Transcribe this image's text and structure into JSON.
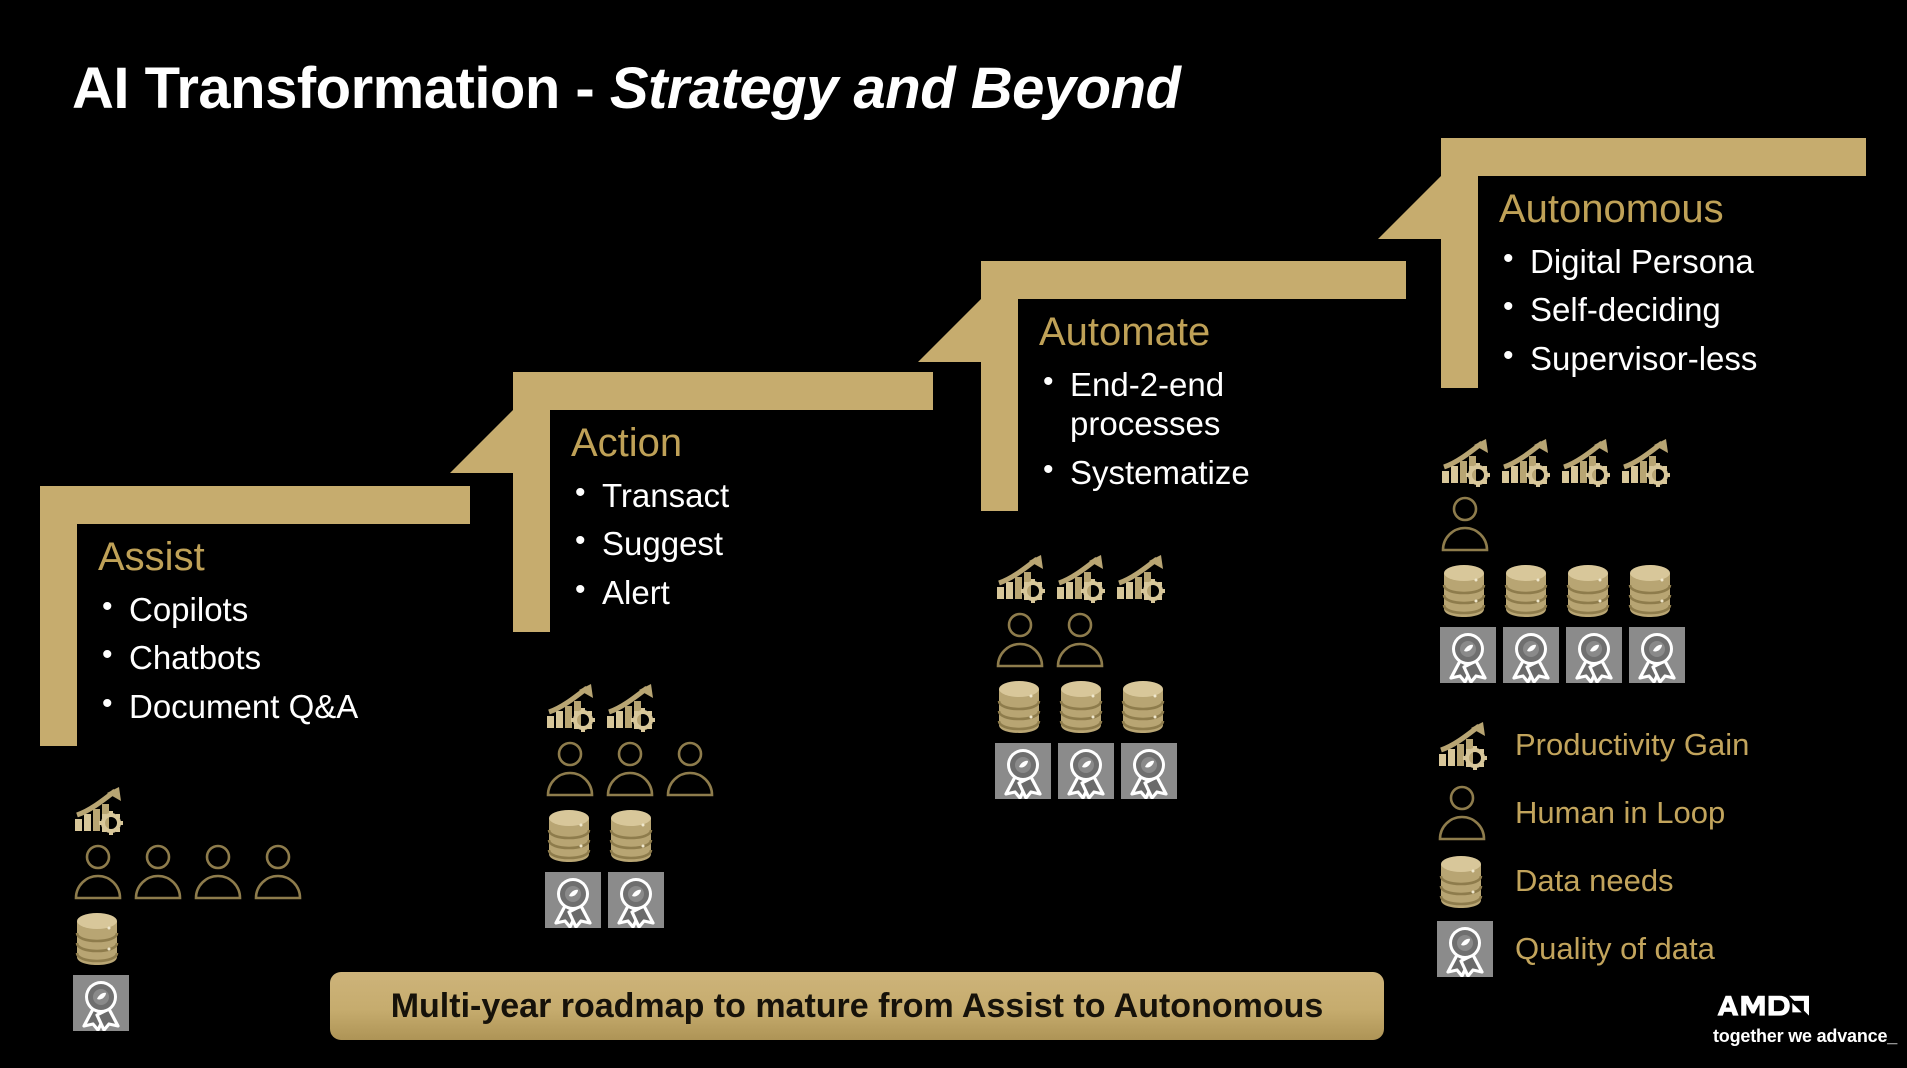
{
  "slide": {
    "title_main": "AI Transformation - ",
    "title_italic": "Strategy and Beyond",
    "background_color": "#000000",
    "accent_color": "#C6AC6E",
    "heading_color": "#BFA157",
    "body_text_color": "#FFFFFF"
  },
  "steps": [
    {
      "name": "Assist",
      "bullets": [
        "Copilots",
        "Chatbots",
        "Document Q&A"
      ],
      "counts": {
        "productivity_gain": 1,
        "human_in_loop": 4,
        "data_needs": 1,
        "quality_of_data": 1
      }
    },
    {
      "name": "Action",
      "bullets": [
        "Transact",
        "Suggest",
        "Alert"
      ],
      "counts": {
        "productivity_gain": 2,
        "human_in_loop": 3,
        "data_needs": 2,
        "quality_of_data": 2
      }
    },
    {
      "name": "Automate",
      "bullets": [
        "End-2-end processes",
        "Systematize"
      ],
      "counts": {
        "productivity_gain": 3,
        "human_in_loop": 2,
        "data_needs": 3,
        "quality_of_data": 3
      }
    },
    {
      "name": "Autonomous",
      "bullets": [
        "Digital Persona",
        "Self-deciding",
        "Supervisor-less"
      ],
      "counts": {
        "productivity_gain": 4,
        "human_in_loop": 1,
        "data_needs": 4,
        "quality_of_data": 4
      }
    }
  ],
  "legend": {
    "items": [
      {
        "icon": "productivity-gain-icon",
        "label": "Productivity Gain"
      },
      {
        "icon": "human-in-loop-icon",
        "label": "Human in Loop"
      },
      {
        "icon": "data-needs-icon",
        "label": "Data needs"
      },
      {
        "icon": "quality-of-data-icon",
        "label": "Quality of data"
      }
    ]
  },
  "banner": {
    "text": "Multi-year roadmap to mature from Assist to Autonomous"
  },
  "brand": {
    "name": "AMD",
    "tagline": "together we advance_"
  }
}
